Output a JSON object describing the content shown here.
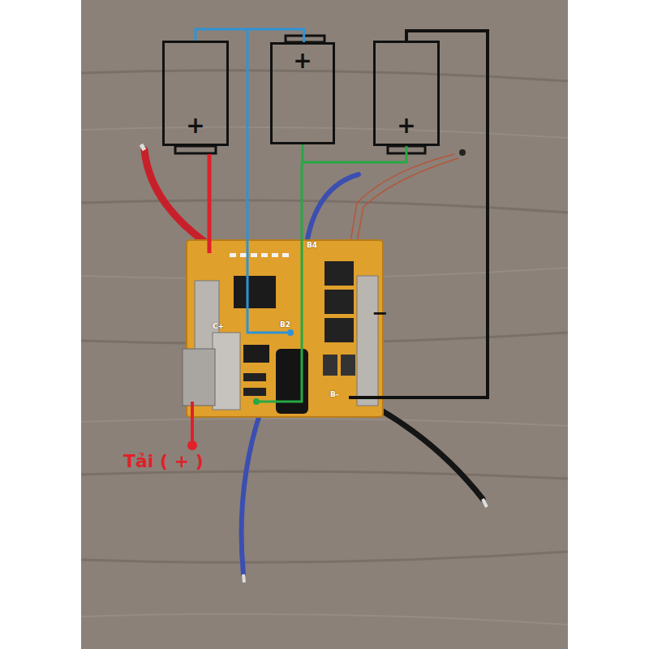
{
  "diagram": {
    "nodes": [
      {
        "text": [
          "+"
        ]
      },
      {
        "text": [
          "+"
        ]
      },
      {
        "text": [
          "+"
        ]
      }
    ],
    "edges": [
      {
        "from": 0,
        "to": 1,
        "arrow": "none"
      },
      {
        "from": 1,
        "to": 2,
        "arrow": "none"
      }
    ],
    "labels": [
      "Tải ( + )",
      "−",
      "B-",
      "B2",
      "B4",
      "C+"
    ]
  }
}
